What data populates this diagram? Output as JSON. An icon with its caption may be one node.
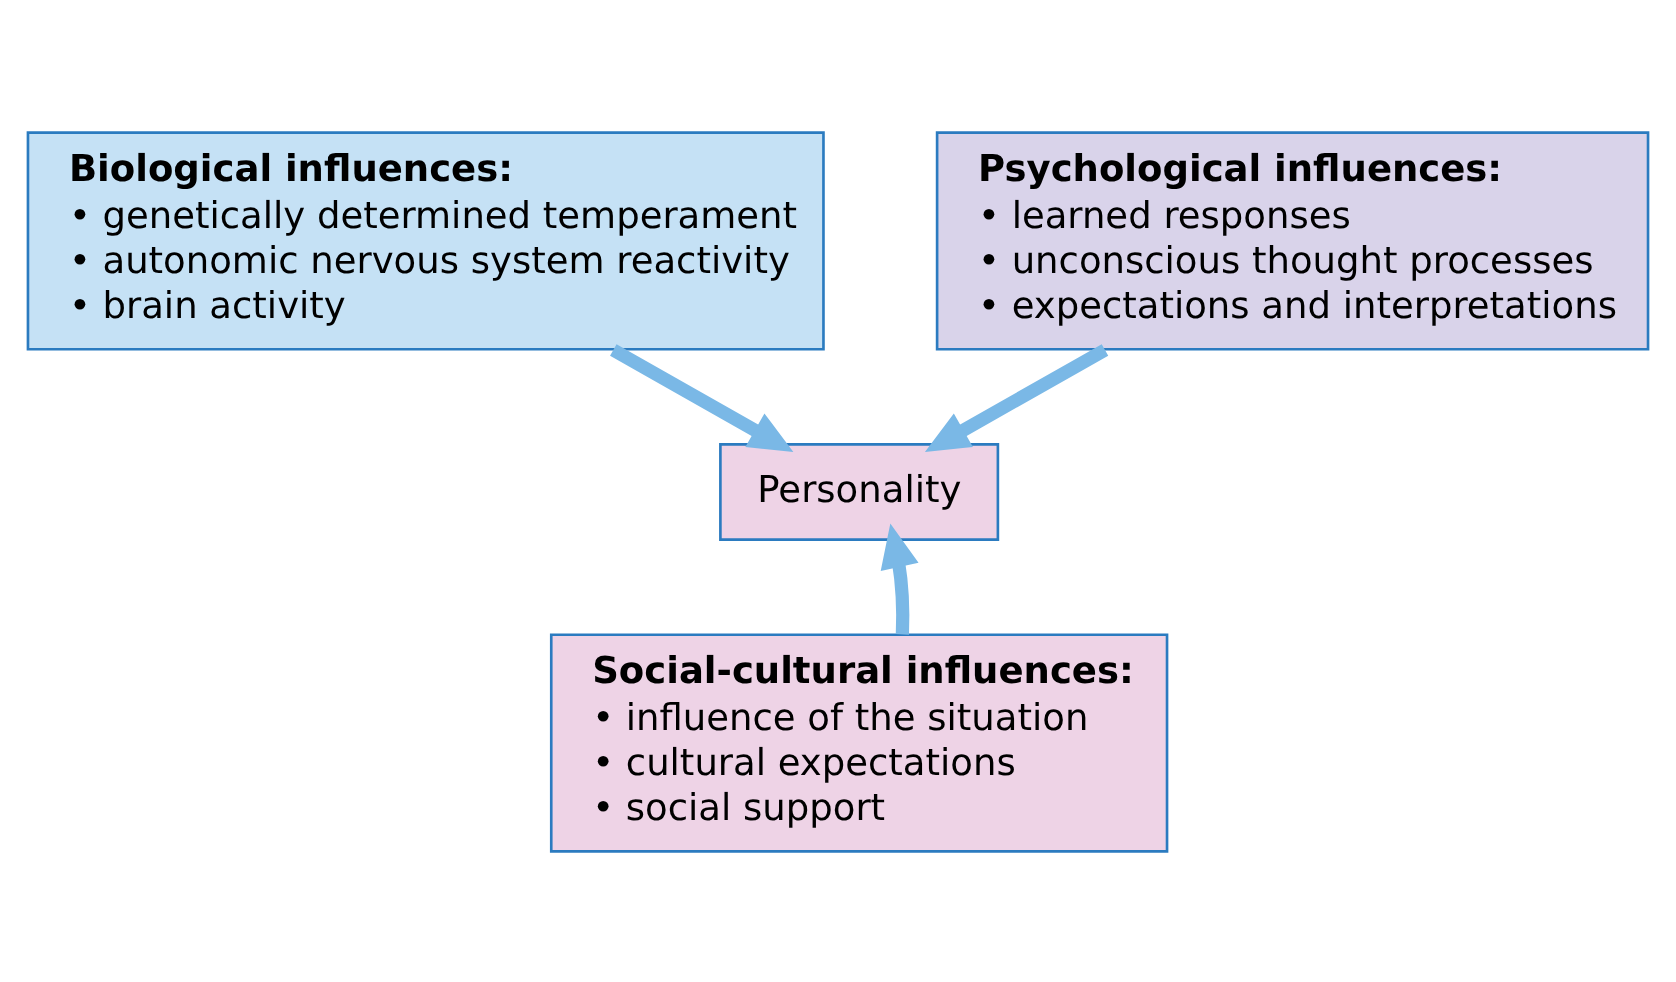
{
  "diagram": {
    "nodes": [
      {
        "text": [
          "Biological influences:",
          "• genetically determined temperament",
          "• autonomic nervous system reactivity",
          "• brain activity"
        ]
      },
      {
        "text": [
          "Psychological influences:",
          "• learned responses",
          "• unconscious thought processes",
          "• expectations and interpretations"
        ]
      },
      {
        "text": [
          "Personality"
        ]
      },
      {
        "text": [
          "Social-cultural influences:",
          "• influence of the situation",
          "• cultural expectations",
          "• social support"
        ]
      }
    ],
    "edges": [
      {
        "from": 0,
        "to": 2,
        "arrow": "to"
      },
      {
        "from": 1,
        "to": 2,
        "arrow": "to"
      },
      {
        "from": 3,
        "to": 2,
        "arrow": "to"
      }
    ]
  }
}
